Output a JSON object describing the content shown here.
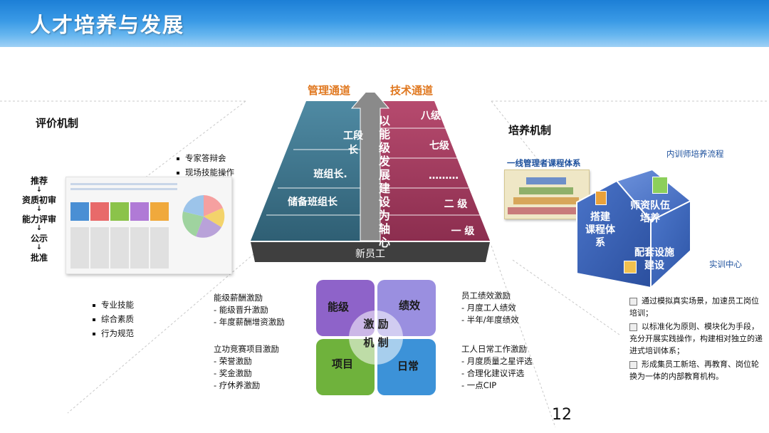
{
  "title": "人才培养与发展",
  "page_number": "12",
  "evaluation": {
    "heading": "评价机制",
    "flow": [
      "推荐",
      "资质初审",
      "能力评审",
      "公示",
      "批准"
    ],
    "top_bullets": [
      "专家答辩会",
      "现场技能操作"
    ],
    "bottom_bullets": [
      "专业技能",
      "综合素质",
      "行为规范"
    ]
  },
  "pyramid": {
    "management_label": "管理通道",
    "technical_label": "技术通道",
    "management_levels": [
      "工段长",
      "班组长.",
      "储备班组长"
    ],
    "technical_levels": [
      "八级",
      "七级",
      "………",
      "二 级",
      "一 级"
    ],
    "axis_text": "以能级发展建设为轴心",
    "base": "新员工"
  },
  "incentive": {
    "center_top": "激 励",
    "center_bottom": "机 制",
    "quadrants": [
      "能级",
      "绩效",
      "项目",
      "日常"
    ],
    "left_top": [
      "能级薪酬激励",
      "- 能级晋升激励",
      "- 年度薪酬增资激励"
    ],
    "left_bottom": [
      "立功竞赛项目激励",
      "- 荣誉激励",
      "-  奖金激励",
      "-  疗休养激励"
    ],
    "right_top": [
      "员工绩效激励",
      "- 月度工人绩效",
      "- 半年/年度绩效"
    ],
    "right_bottom": [
      "工人日常工作激励",
      "- 月度质量之星评选",
      "-  合理化建议评选",
      "-  一点CIP"
    ]
  },
  "training": {
    "heading": "培养机制",
    "curriculum_label": "一线管理者课程体系",
    "trainer_flow_label": "内训师培养流程",
    "practice_center_label": "实训中心",
    "cube": {
      "left": "搭建\n课程体\n系",
      "top": "师资队伍\n培养",
      "right": "配套设施\n建设"
    },
    "points": [
      "通过模拟真实场景，加速员工岗位培训；",
      "以标准化为原则、模块化为手段，充分开展实践操作，构建相对独立的递进式培训体系；",
      "形成集员工新培、再教育、岗位轮换为一体的内部教育机构。"
    ]
  },
  "colors": {
    "header": "#2a8ce0",
    "pyramid_left": "#3d6f85",
    "pyramid_right": "#9b3a5a",
    "pyramid_base": "#3f3f3f",
    "arrow": "#8a8a8a",
    "accent_orange": "#e07820",
    "quad_purple": "#8e63c9",
    "quad_lilac": "#9a8fe0",
    "quad_green": "#6fb23c",
    "quad_blue": "#3c92d8",
    "cube": "#3b63b8"
  }
}
